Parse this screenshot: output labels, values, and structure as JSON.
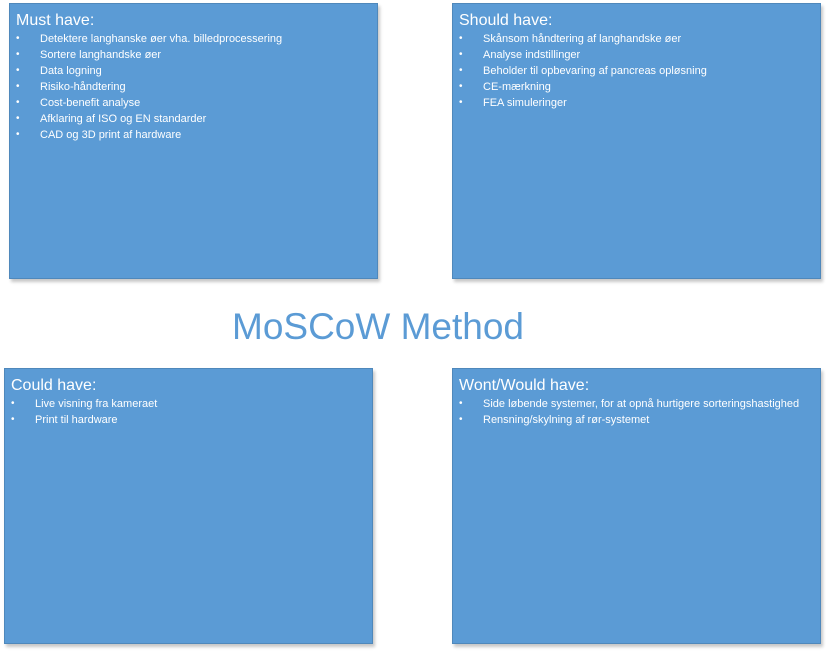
{
  "title": "MoSCoW Method",
  "colors": {
    "box_fill": "#5b9bd5",
    "box_border": "#4f88bb",
    "box_text": "#ffffff",
    "title_text": "#5b9bd5"
  },
  "bullet_icon": "bullet-icon",
  "bullet_glyph": "•",
  "quadrants": {
    "must": {
      "heading": "Must have:",
      "items": [
        "Detektere langhanske øer vha. billedprocessering",
        "Sortere langhandske øer",
        "Data logning",
        "Risiko-håndtering",
        "Cost-benefit analyse",
        "Afklaring af ISO og EN standarder",
        "CAD og 3D print af hardware"
      ]
    },
    "should": {
      "heading": "Should have:",
      "items": [
        "Skånsom håndtering af langhandske øer",
        "Analyse indstillinger",
        "Beholder til opbevaring af pancreas opløsning",
        "CE-mærkning",
        "FEA simuleringer"
      ]
    },
    "could": {
      "heading": "Could have:",
      "items": [
        "Live visning fra kameraet",
        "Print til hardware"
      ]
    },
    "wont": {
      "heading": "Wont/Would have:",
      "items": [
        "Side løbende systemer, for at opnå hurtigere sorteringshastighed",
        "Rensning/skylning af rør-systemet"
      ]
    }
  }
}
